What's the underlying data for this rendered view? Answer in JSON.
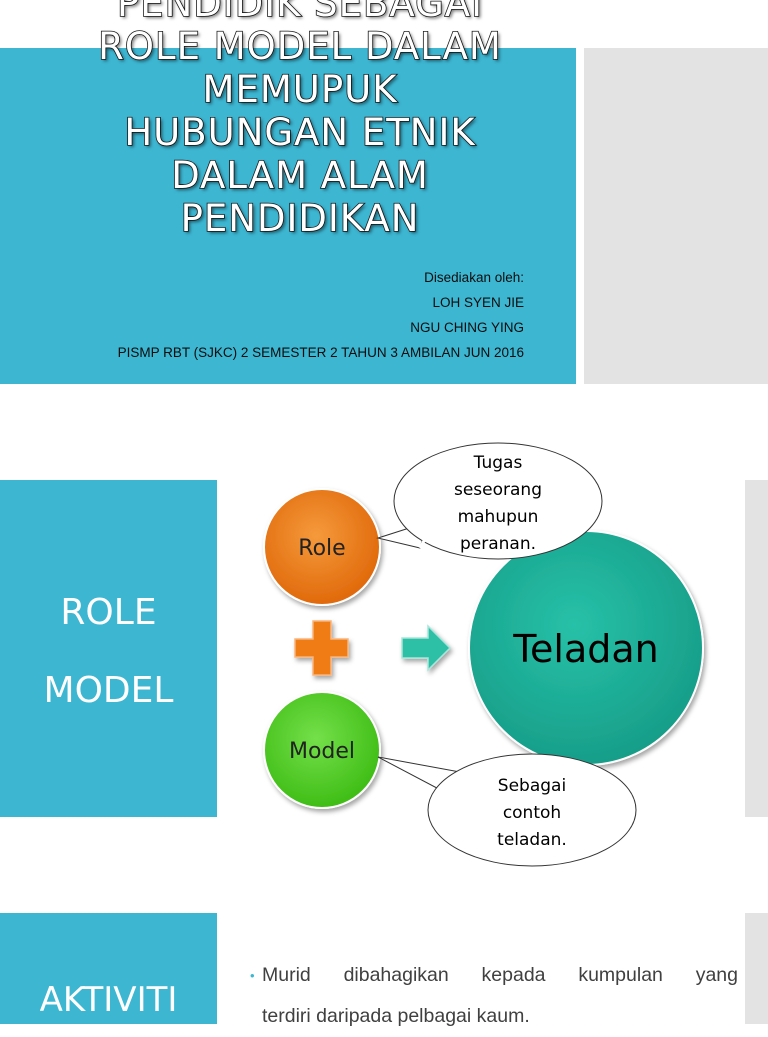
{
  "slide1": {
    "title_lines": [
      "PENDIDIK SEBAGAI",
      "ROLE MODEL DALAM",
      "MEMUPUK",
      "HUBUNGAN ETNIK",
      "DALAM ALAM",
      "PENDIDIKAN"
    ],
    "prepared_by": "Disediakan oleh:",
    "author1": "LOH SYEN JIE",
    "author2": "NGU CHING YING",
    "program": "PISMP RBT (SJKC) 2 SEMESTER 2 TAHUN 3 AMBILAN JUN 2016"
  },
  "slide2": {
    "panel_line1": "ROLE",
    "panel_line2": "MODEL",
    "role_label": "Role",
    "model_label": "Model",
    "teladan_label": "Teladan",
    "callout_role": [
      "Tugas",
      "seseorang",
      "mahupun",
      "peranan."
    ],
    "callout_model": [
      "Sebagai",
      "contoh",
      "teladan."
    ],
    "colors": {
      "role": "#f07c17",
      "model": "#56d026",
      "teladan": "#1fb39c",
      "panel": "#3db6d2"
    }
  },
  "slide3": {
    "panel_title": "AKTIVITI",
    "bullet_words": [
      "Murid",
      "dibahagikan",
      "kepada",
      "kumpulan",
      "yang"
    ],
    "bullet_line2": "terdiri daripada pelbagai kaum."
  }
}
